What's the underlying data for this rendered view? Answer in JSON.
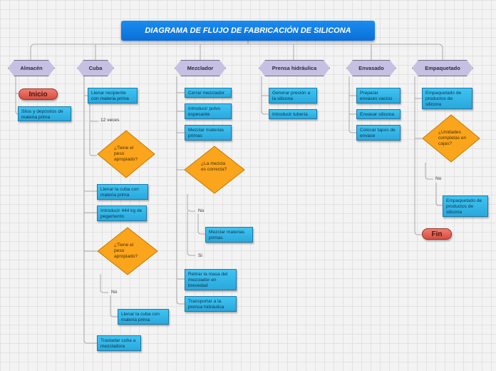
{
  "title": "DIAGRAMA DE FLUJO DE FABRICACIÓN DE SILICONA",
  "colors": {
    "title": "#0a6fd8",
    "header": "#c6c0e2",
    "task": "#2aa8dc",
    "decision": "#fba51c",
    "terminal": "#d64e40"
  },
  "lanes": [
    {
      "name": "Almacén"
    },
    {
      "name": "Cuba"
    },
    {
      "name": "Mezclador"
    },
    {
      "name": "Prensa hidráulica"
    },
    {
      "name": "Envasado"
    },
    {
      "name": "Empaquetado"
    }
  ],
  "almacen": {
    "start": "Inicio",
    "silos": "Silos y depósitos de materia prima"
  },
  "cuba": {
    "fill": "Llenar recipiente con materia prima",
    "count": "12 veces",
    "decision1": "¿Tiene el peso apropiado?",
    "refill1": "Llenar la cuba con materia prima",
    "add_glue": "Introducir 444 kg de pegamento",
    "decision2": "¿Tiene el peso apropiado?",
    "no": "No",
    "refill2": "Llenar la cuba con materia prima",
    "transfer": "Trasladar cuba a mezcladora"
  },
  "mezclador": {
    "close": "Cerrar mezclador",
    "powder": "Introducir polvo espesante",
    "mix1": "Mezclar materias primas",
    "decision": "¿La mezcla es correcta?",
    "no": "No",
    "mix2": "Mezclar materias primas",
    "yes": "Si",
    "remove": "Retirar la masa del mezclador en brevedad",
    "carry": "Transportar a la prensa hidráulica"
  },
  "prensa": {
    "pressure": "Generar presión a la silicona",
    "pipe": "Introducir tubería"
  },
  "envasado": {
    "prepare": "Preparar envases vacíos",
    "fill": "Envasar silicona",
    "caps": "Colocar tapos de envase"
  },
  "empaquetado": {
    "pack": "Empaquetado de productos de silicona",
    "decision": "¿Unidades completas en cajas?",
    "no": "No",
    "pack2": "Empaquetado de productos de silicona",
    "end": "Fin"
  }
}
